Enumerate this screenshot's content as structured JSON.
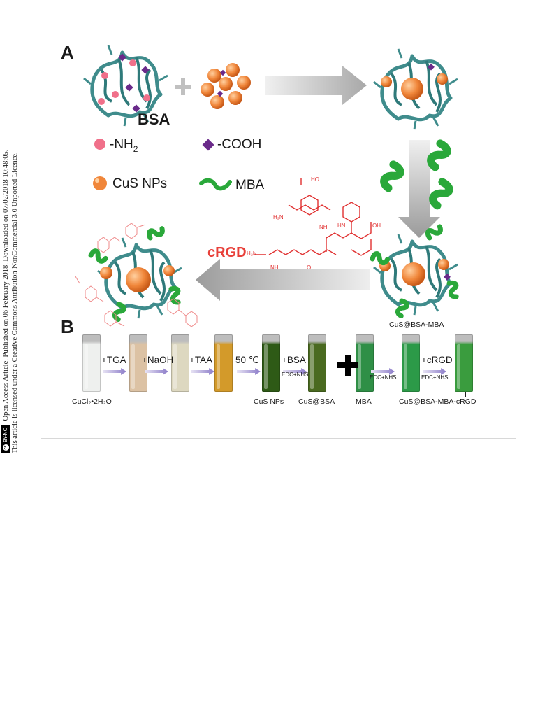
{
  "side_text": {
    "line1": "Open Access Article. Published on 06 February 2018. Downloaded on 07/02/2018 10:48:05.",
    "line2": "This article is licensed under a Creative Commons Attribution-NonCommercial 3.0 Unported Licence.",
    "badge_cc": "cc",
    "badge_text": "BY-NC"
  },
  "panel_a": {
    "letter": "A",
    "bsa_label": "BSA",
    "legend": {
      "nh2": "-NH",
      "nh2_sub": "2",
      "cooh": "-COOH",
      "cus": "CuS NPs",
      "mba": "MBA"
    },
    "crgd_label": "cRGD",
    "structure_labels": {
      "ho": "HO",
      "h2n_top": "H₂N",
      "h2n_bottom": "H₂N",
      "nh": "NH",
      "hn": "HN",
      "oh": "OH",
      "o": "O",
      "nh2_small": "NH"
    }
  },
  "panel_b": {
    "letter": "B",
    "tubes": [
      {
        "color": "#eef0ee"
      },
      {
        "color": "#dcc2a4"
      },
      {
        "color": "#ddd8c0"
      },
      {
        "color": "#d39a2a"
      },
      {
        "color": "#2e5a16"
      },
      {
        "color": "#4a6a20"
      },
      {
        "color": "#2f8f46"
      },
      {
        "color": "#2c9a48"
      },
      {
        "color": "#3a9c3e"
      }
    ],
    "steps": [
      "+TGA",
      "+NaOH",
      "+TAA",
      "50 ℃",
      "+BSA",
      "+cRGD"
    ],
    "sub_steps": [
      "EDC+NHS",
      "EDC+NHS",
      "EDC+NHS"
    ],
    "labels": {
      "start": "CuCl₂•2H₂O",
      "cus": "CuS NPs",
      "cus_bsa": "CuS@BSA",
      "mba": "MBA",
      "cus_bsa_mba": "CuS@BSA-MBA",
      "final": "CuS@BSA-MBA-cRGD"
    }
  },
  "colors": {
    "protein": "#3f8c8c",
    "cus": "#f0863a",
    "nh2": "#f0708a",
    "cooh": "#6a2a8a",
    "mba": "#2aa83a",
    "crgd": "#e8403a",
    "arrow": "#b8b8b8"
  }
}
